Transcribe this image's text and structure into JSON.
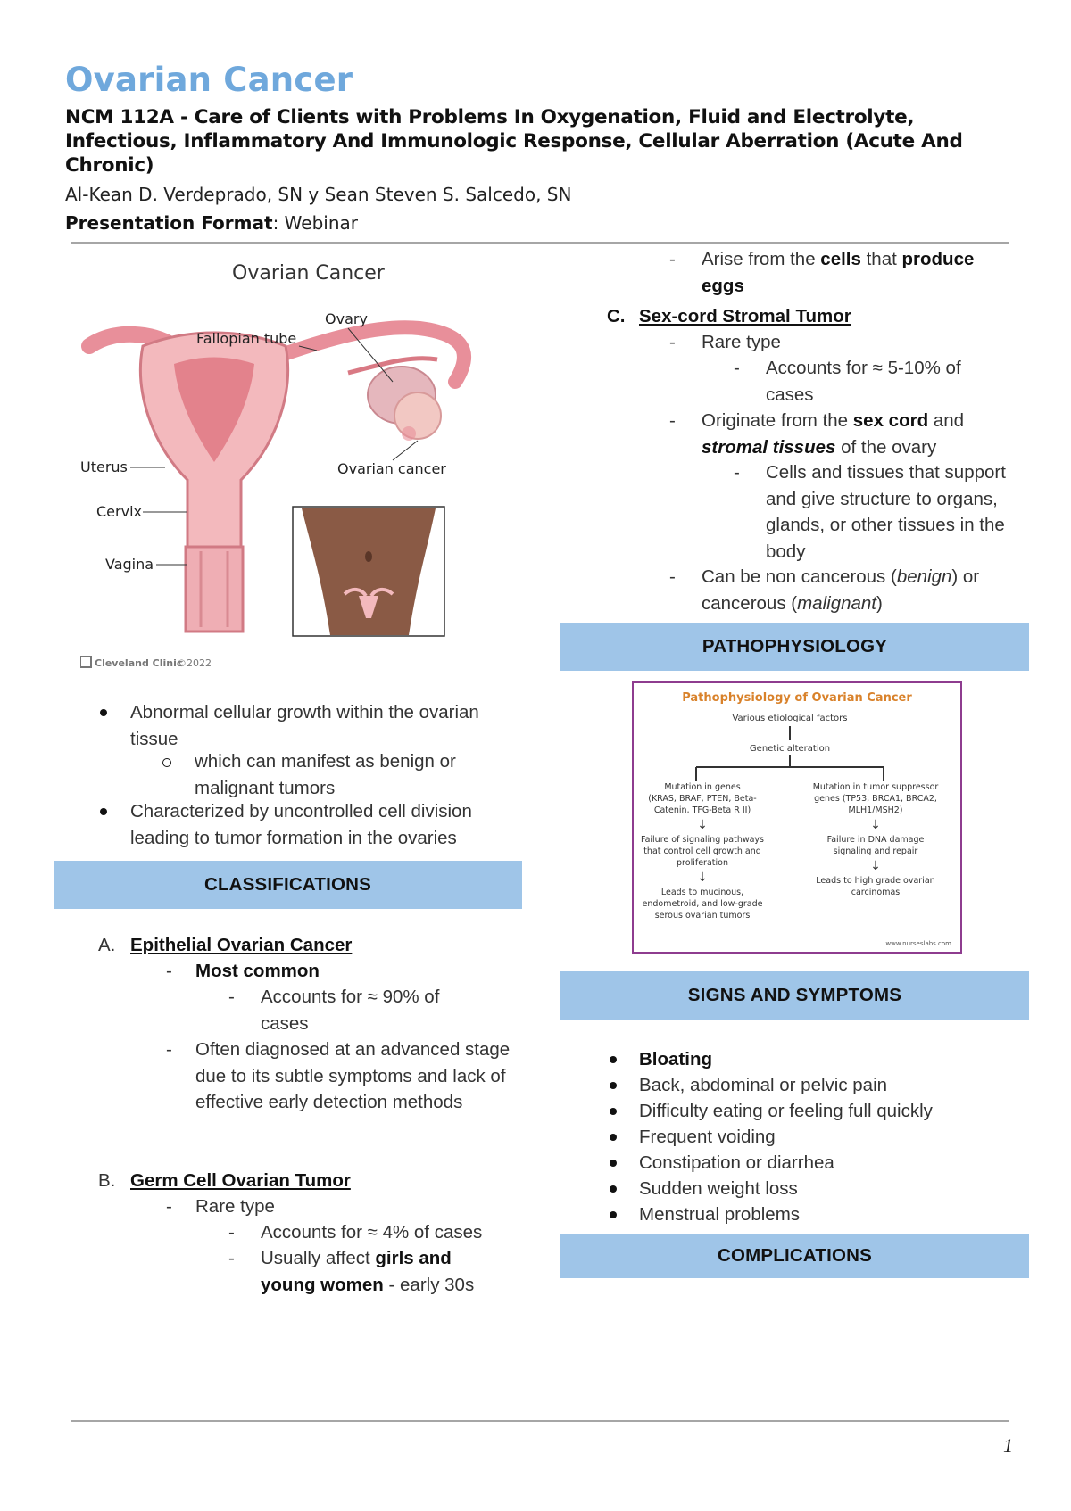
{
  "header": {
    "title": "Ovarian Cancer",
    "course": "NCM 112A - Care of Clients with Problems In Oxygenation, Fluid and Electrolyte, Infectious, Inflammatory And Immunologic Response, Cellular Aberration (Acute And Chronic)",
    "authors": "Al-Kean D. Verdeprado, SN y Sean Steven S. Salcedo, SN",
    "format_label": "Presentation Format",
    "format_value": ": Webinar"
  },
  "illustration": {
    "title": "Ovarian Cancer",
    "labels": {
      "ovary": "Ovary",
      "fallopian": "Fallopian tube",
      "uterus": "Uterus",
      "cervix": "Cervix",
      "vagina": "Vagina",
      "cancer": "Ovarian cancer"
    },
    "credit": "Cleveland Clinic",
    "credit_year": "©2022"
  },
  "intro": {
    "b1": "Abnormal cellular growth within the ovarian tissue",
    "b1_sub": "which can manifest as benign or malignant tumors",
    "b2": "Characterized by uncontrolled cell division leading to tumor formation in the ovaries"
  },
  "sections": {
    "classifications": "CLASSIFICATIONS",
    "pathophysiology": "PATHOPHYSIOLOGY",
    "signs": "SIGNS AND SYMPTOMS",
    "complications": "COMPLICATIONS"
  },
  "classA": {
    "letter": "A.",
    "title": "Epithelial Ovarian Cancer",
    "item1": "Most common",
    "item1_sub": "Accounts for ≈ 90% of cases",
    "item2": "Often diagnosed at an advanced stage due to its subtle symptoms and lack of effective early detection methods"
  },
  "classB": {
    "letter": "B.",
    "title": "Germ Cell Ovarian Tumor",
    "item1": "Rare type",
    "item1_sub1": "Accounts for ≈ 4% of cases",
    "item1_sub2_pre": "Usually affect ",
    "item1_sub2_bold": "girls and young women",
    "item1_sub2_post": " - early 30s",
    "item2_pre": "Arise from the ",
    "item2_bold1": "cells",
    "item2_mid": " that ",
    "item2_bold2": "produce eggs"
  },
  "classC": {
    "letter": "C.",
    "title": "Sex-cord Stromal Tumor",
    "item1": "Rare type",
    "item1_sub": "Accounts for ≈ 5-10% of cases",
    "item2_pre": "Originate from the ",
    "item2_bold1": "sex cord",
    "item2_mid": " and ",
    "item2_bold2": "stromal tissues",
    "item2_post": " of the ovary",
    "item2_sub": "Cells and tissues that support and give structure to organs, glands, or other tissues in the body",
    "item3_pre": "Can be non cancerous (",
    "item3_it1": "benign",
    "item3_mid": ") or cancerous (",
    "item3_it2": "malignant",
    "item3_post": ")"
  },
  "patho": {
    "title": "Pathophysiology of Ovarian Cancer",
    "n1": "Various etiological factors",
    "n2": "Genetic alteration",
    "l1": "Mutation in genes",
    "l1b": "(KRAS, BRAF, PTEN, Beta-Catenin, TFG-Beta R II)",
    "l2": "Failure of signaling pathways that control cell growth and proliferation",
    "l3": "Leads to mucinous, endometroid, and low-grade serous ovarian tumors",
    "r1": "Mutation in tumor suppressor genes (TP53, BRCA1, BRCA2, MLH1/MSH2)",
    "r2": "Failure in DNA damage signaling and repair",
    "r3": "Leads to high grade ovarian carcinomas",
    "site": "www.nurseslabs.com"
  },
  "signs": {
    "items": [
      "Bloating",
      "Back, abdominal or pelvic pain",
      "Difficulty eating or feeling full quickly",
      "Frequent voiding",
      "Constipation or diarrhea",
      "Sudden weight loss",
      "Menstrual problems"
    ]
  },
  "page_number": "1"
}
